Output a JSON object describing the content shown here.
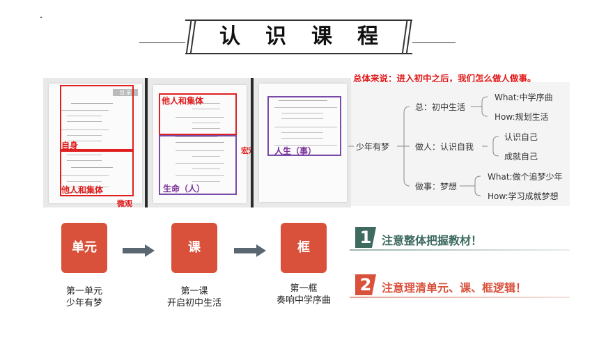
{
  "title": "认识课程",
  "summary": "总体来说：进入初中之后，我们怎么做人做事。",
  "pages": {
    "p1_tab": "目  录",
    "p1_label_self": "自身",
    "p1_label_group": "他人和集体",
    "p1_label_micro": "微观",
    "p2_label_group": "他人和集体",
    "p2_label_life": "生命（人）",
    "p2_label_macro": "宏观",
    "p3_label_life": "人生（事）"
  },
  "mindmap": {
    "root": "少年有梦",
    "branches": [
      {
        "label": "总：初中生活",
        "leaves": [
          "What:中学序曲",
          "How:规划生活"
        ]
      },
      {
        "label": "做人：认识自我",
        "leaves": [
          "认识自己",
          "成就自己"
        ]
      },
      {
        "label": "做事：梦想",
        "leaves": [
          "What:做个追梦少年",
          "How:学习成就梦想"
        ]
      }
    ]
  },
  "flow": [
    {
      "box": "单元",
      "caption1": "第一单元",
      "caption2": "少年有梦"
    },
    {
      "box": "课",
      "caption1": "第一课",
      "caption2": "开启初中生活"
    },
    {
      "box": "框",
      "caption1": "第一框",
      "caption2": "奏响中学序曲"
    }
  ],
  "tips": [
    {
      "num": "1",
      "text": "注意整体把握教材！"
    },
    {
      "num": "2",
      "text": "注意理清单元、课、框逻辑！"
    }
  ],
  "colors": {
    "accent_red": "#d9513b",
    "accent_green": "#3e6a60",
    "label_red": "#e01818",
    "label_purple": "#7a4aa8"
  }
}
